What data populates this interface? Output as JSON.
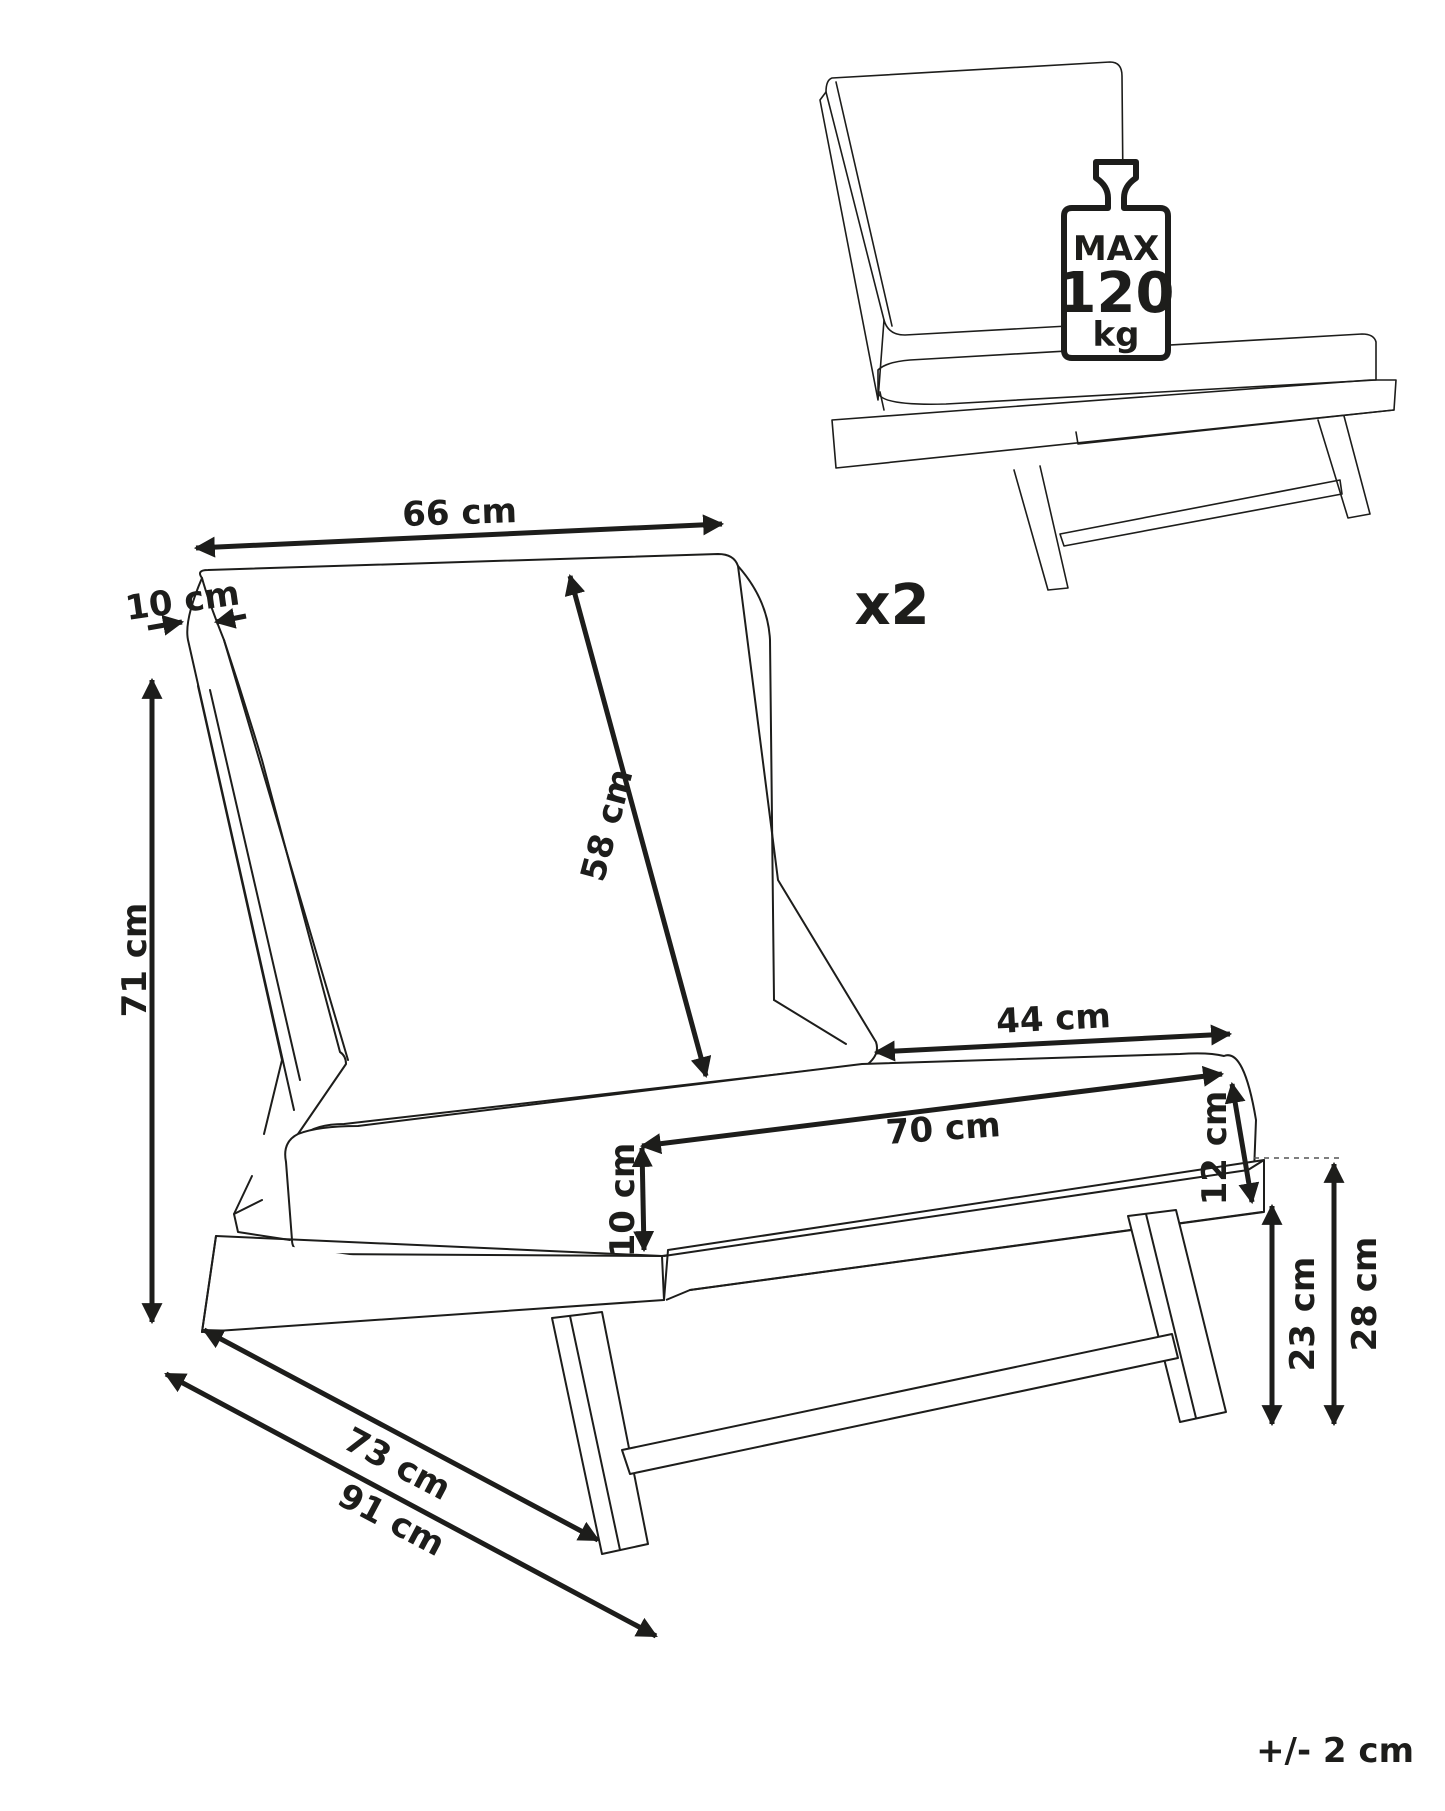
{
  "quantity": "x2",
  "tolerance": "+/- 2 cm",
  "max_load": {
    "line1": "MAX",
    "line2": "120",
    "line3": "kg"
  },
  "dimensions": {
    "backrest_width": "66 cm",
    "backrest_thickness": "10 cm",
    "backrest_height": "58 cm",
    "total_height": "71 cm",
    "seat_depth_top": "44 cm",
    "seat_width": "70 cm",
    "seat_cushion_front": "12 cm",
    "seat_cushion_side": "10 cm",
    "seat_height_frame": "23 cm",
    "seat_height_cushion": "28 cm",
    "frame_depth": "73 cm",
    "total_depth": "91 cm"
  }
}
